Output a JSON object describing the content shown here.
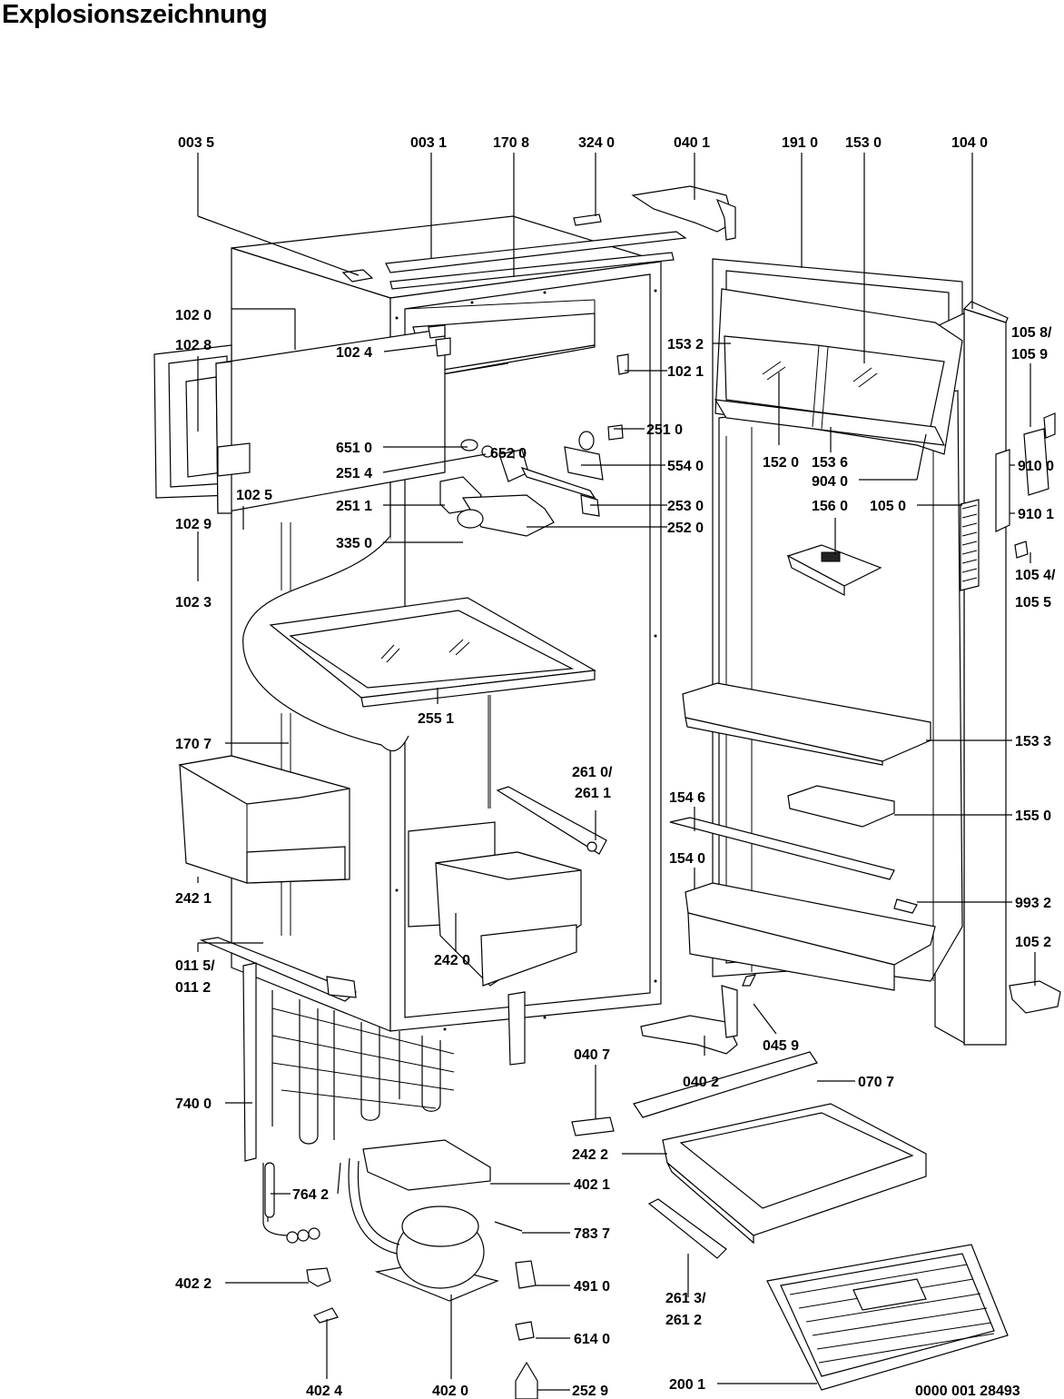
{
  "title": "Explosionszeichnung",
  "document_number": "0000 001 28493",
  "callouts": {
    "c0035": "003 5",
    "c0031": "003 1",
    "c1708": "170 8",
    "c3240": "324 0",
    "c0401": "040 1",
    "c1910": "191 0",
    "c1530": "153 0",
    "c1040": "104 0",
    "c1020": "102 0",
    "c1028": "102 8",
    "c1024": "102 4",
    "c1021": "102 1",
    "c1532": "153 2",
    "c1058": "105 8/",
    "c1059": "105 9",
    "c6520": "652 0",
    "c6510": "651 0",
    "c2510": "251 0",
    "c2514": "251 4",
    "c5540": "554 0",
    "c1520": "152 0",
    "c1536": "153 6",
    "c9040": "904 0",
    "c9100": "910 0",
    "c1025": "102 5",
    "c2511": "251 1",
    "c2530": "253 0",
    "c1050": "105 0",
    "c1560": "156 0",
    "c9101": "910 1",
    "c1029": "102 9",
    "c3350": "335 0",
    "c2520": "252 0",
    "c1054": "105 4/",
    "c1055": "105 5",
    "c1023": "102 3",
    "c2551": "255 1",
    "c1707": "170 7",
    "c1533": "153 3",
    "c2610": "261 0/",
    "c2611": "261 1",
    "c1546": "154 6",
    "c1550": "155 0",
    "c1540": "154 0",
    "c2421": "242 1",
    "c9932": "993 2",
    "c1052": "105 2",
    "c0115": "011 5/",
    "c0112": "011 2",
    "c2420": "242 0",
    "c0459": "045 9",
    "c7400": "740 0",
    "c0407": "040 7",
    "c0402": "040 2",
    "c0707": "070 7",
    "c2422": "242 2",
    "c4021": "402 1",
    "c7642": "764 2",
    "c7837": "783 7",
    "c4022": "402 2",
    "c4910": "491 0",
    "c2613": "261 3/",
    "c2612": "261 2",
    "c6140": "614 0",
    "c2001": "200 1",
    "c4024": "402 4",
    "c4020": "402 0",
    "c2529": "252 9"
  }
}
